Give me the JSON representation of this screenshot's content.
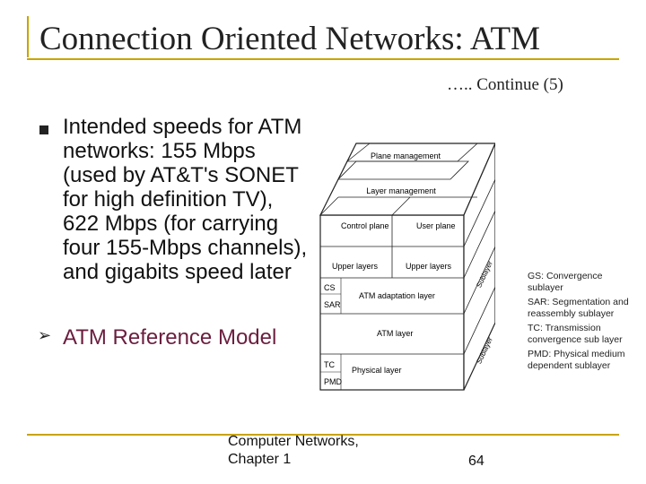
{
  "slide": {
    "title": "Connection Oriented Networks: ATM",
    "continue": "….. Continue (5)",
    "bullets": [
      "Intended speeds for ATM networks: 155 Mbps (used by AT&T's SONET for high definition TV), 622 Mbps (for carrying four 155-Mbps channels), and gigabits speed later",
      "ATM Reference Model"
    ],
    "accent_color": "#c8a400",
    "bullet2_color": "#6b1e3e"
  },
  "diagram": {
    "plane_management": "Plane management",
    "layer_management": "Layer management",
    "control_plane": "Control plane",
    "user_plane": "User plane",
    "upper_layers_left": "Upper layers",
    "upper_layers_right": "Upper layers",
    "cs": "CS",
    "sar": "SAR",
    "atm_adaptation_layer": "ATM adaptation layer",
    "atm_layer": "ATM layer",
    "tc": "TC",
    "pmd": "PMD",
    "physical_layer": "Physical layer",
    "side_label_1": "Sublayer",
    "side_label_2": "Sublayer"
  },
  "legend": [
    "GS: Convergence sublayer",
    "SAR: Segmentation and reassembly sublayer",
    "TC: Transmission convergence sub layer",
    "PMD: Physical medium dependent sublayer"
  ],
  "footer": {
    "text_line1": "Computer Networks,",
    "text_line2": "Chapter 1",
    "page": "64"
  }
}
